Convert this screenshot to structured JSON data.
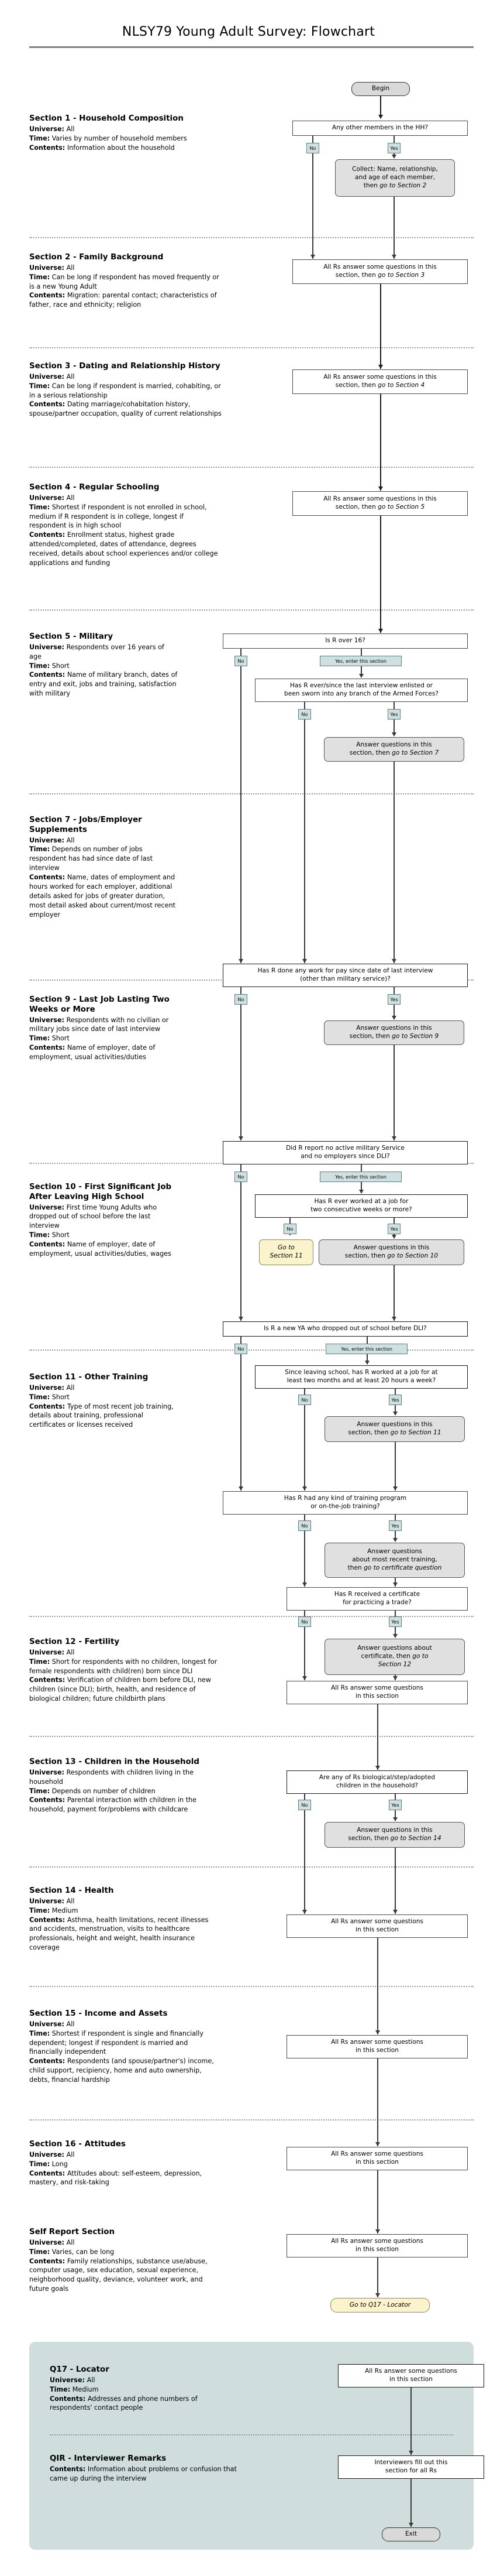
{
  "page": {
    "title": "NLSY79 Young Adult Survey: Flowchart"
  },
  "terminators": {
    "begin": "Begin",
    "exit": "Exit"
  },
  "branch_labels": {
    "no": "No",
    "yes": "Yes",
    "yes_enter": "Yes, enter this section"
  },
  "sections": [
    {
      "id": "section-1",
      "title": "Section 1 - Household Composition",
      "universe_label": "Universe:",
      "universe": "All",
      "time_label": "Time:",
      "time": "Varies by number of household members",
      "contents_label": "Contents:",
      "contents": "Information about the household"
    },
    {
      "id": "section-2",
      "title": "Section 2 - Family Background",
      "universe_label": "Universe:",
      "universe": "All",
      "time_label": "Time:",
      "time": "Can be long if respondent has moved frequently or is a new Young Adult",
      "contents_label": "Contents:",
      "contents": "Migration: parental contact; characteristics of father, race and ethnicity; religion"
    },
    {
      "id": "section-3",
      "title": "Section 3 - Dating and Relationship History",
      "universe_label": "Universe:",
      "universe": "All",
      "time_label": "Time:",
      "time": "Can be long if respondent is married, cohabiting, or in a serious relationship",
      "contents_label": "Contents:",
      "contents": "Dating marriage/cohabitation history, spouse/partner occupation, quality of current relationships"
    },
    {
      "id": "section-4",
      "title": "Section 4 - Regular Schooling",
      "universe_label": "Universe:",
      "universe": "All",
      "time_label": "Time:",
      "time": "Shortest if respondent is not enrolled in school, medium if R respondent is in college, longest if respondent is in high school",
      "contents_label": "Contents:",
      "contents": "Enrollment status, highest grade attended/completed, dates of attendance, degrees received, details about school experiences and/or college applications and funding"
    },
    {
      "id": "section-5",
      "title": "Section 5 - Military",
      "universe_label": "Universe:",
      "universe": "Respondents over 16 years of age",
      "time_label": "Time:",
      "time": "Short",
      "contents_label": "Contents:",
      "contents": "Name of military branch, dates of entry and exit, jobs and training, satisfaction with military"
    },
    {
      "id": "section-7",
      "title": "Section 7 - Jobs/Employer Supplements",
      "universe_label": "Universe:",
      "universe": "All",
      "time_label": "Time:",
      "time": "Depends on number of jobs respondent has had since date of last interview",
      "contents_label": "Contents:",
      "contents": "Name, dates of employment and hours worked for each employer, additional details asked for jobs of greater duration, most detail asked about current/most recent employer"
    },
    {
      "id": "section-9",
      "title": "Section 9 - Last Job Lasting Two Weeks or More",
      "universe_label": "Universe:",
      "universe": "Respondents with no civilian or military jobs since date of last interview",
      "time_label": "Time:",
      "time": "Short",
      "contents_label": "Contents:",
      "contents": "Name of employer, date of employment, usual activities/duties"
    },
    {
      "id": "section-10",
      "title": "Section 10 - First Significant Job After Leaving High School",
      "universe_label": "Universe:",
      "universe": "First time Young Adults who dropped out of school before the last interview",
      "time_label": "Time:",
      "time": "Short",
      "contents_label": "Contents:",
      "contents": "Name of employer, date of employment, usual activities/duties, wages"
    },
    {
      "id": "section-11",
      "title": "Section 11 - Other Training",
      "universe_label": "Universe:",
      "universe": "All",
      "time_label": "Time:",
      "time": "Short",
      "contents_label": "Contents:",
      "contents": "Type of most recent job training, details about training, professional certificates or licenses received"
    },
    {
      "id": "section-12",
      "title": "Section 12 - Fertility",
      "universe_label": "Universe:",
      "universe": "All",
      "time_label": "Time:",
      "time": "Short for respondents with no children, longest for female respondents with child(ren) born since DLI",
      "contents_label": "Contents:",
      "contents": "Verification of children born before DLI, new children (since DLI); birth, health, and residence of biological children; future childbirth plans"
    },
    {
      "id": "section-13",
      "title": "Section 13 - Children in the Household",
      "universe_label": "Universe:",
      "universe": "Respondents with children living in the household",
      "time_label": "Time:",
      "time": "Depends on number of children",
      "contents_label": "Contents:",
      "contents": "Parental interaction with children in the household, payment for/problems with childcare"
    },
    {
      "id": "section-14",
      "title": "Section 14 - Health",
      "universe_label": "Universe:",
      "universe": "All",
      "time_label": "Time:",
      "time": "Medium",
      "contents_label": "Contents:",
      "contents": "Asthma, health limitations, recent illnesses and accidents, menstruation, visits to healthcare professionals, height and weight, health insurance coverage"
    },
    {
      "id": "section-15",
      "title": "Section 15 - Income and Assets",
      "universe_label": "Universe:",
      "universe": "All",
      "time_label": "Time:",
      "time": "Shortest if respondent is single and financially dependent; longest if respondent is married and financially independent",
      "contents_label": "Contents:",
      "contents": "Respondents (and spouse/partner's) income, child support, recipiency, home and auto ownership, debts, financial hardship"
    },
    {
      "id": "section-16",
      "title": "Section 16 - Attitudes",
      "universe_label": "Universe:",
      "universe": "All",
      "time_label": "Time:",
      "time": "Long",
      "contents_label": "Contents:",
      "contents": "Attitudes about: self-esteem, depression, mastery, and risk-taking"
    },
    {
      "id": "self-report",
      "title": "Self Report Section",
      "universe_label": "Universe:",
      "universe": "All",
      "time_label": "Time:",
      "time": "Varies, can be long",
      "contents_label": "Contents:",
      "contents": "Family relationships, substance use/abuse, computer usage, sex education, sexual experience, neighborhood quality, deviance, volunteer work, and future goals"
    },
    {
      "id": "q17-locator",
      "title": "Q17 - Locator",
      "universe_label": "Universe:",
      "universe": "All",
      "time_label": "Time:",
      "time": "Medium",
      "contents_label": "Contents:",
      "contents": "Addresses and phone numbers of respondents' contact people"
    },
    {
      "id": "qir-interviewer-remarks",
      "title": "QIR - Interviewer Remarks",
      "contents_label": "Contents:",
      "contents": "Information about problems or confusion that came up during the interview"
    }
  ],
  "flow": {
    "n_begin": "Begin",
    "n_hh_question": "Any other members in the HH?",
    "n_collect_line1": "Collect: Name, relationship,",
    "n_collect_line2": "and age of each member,",
    "n_collect_line3a": "then ",
    "n_collect_line3b": "go to Section 2",
    "n_sec2_a": "All Rs answer some questions in this",
    "n_sec2_b": "section, then ",
    "n_sec2_c": "go to Section 3",
    "n_sec3_a": "All Rs answer some questions in this",
    "n_sec3_b": "section, then ",
    "n_sec3_c": "go to Section 4",
    "n_sec4_a": "All Rs answer some questions in this",
    "n_sec4_b": "section, then ",
    "n_sec4_c": "go to Section 5",
    "n_over16": "Is R over 16?",
    "n_enlisted_a": "Has R ever/since the last interview enlisted or",
    "n_enlisted_b": "been sworn into any branch of the Armed Forces?",
    "n_ans_sec7_a": "Answer questions in this",
    "n_ans_sec7_b": "section, then ",
    "n_ans_sec7_c": "go to Section 7",
    "n_workpay_a": "Has R done any work for pay since date of last interview",
    "n_workpay_b": "(other than military service)?",
    "n_ans_sec9_a": "Answer questions in this",
    "n_ans_sec9_b": "section, then ",
    "n_ans_sec9_c": "go to Section 9",
    "n_noactive_a": "Did R report no active military Service",
    "n_noactive_b": "and no employers since DLI?",
    "n_twoweeks_a": "Has R ever worked at a job for",
    "n_twoweeks_b": "two consecutive weeks or more?",
    "n_goto11_a": "Go to",
    "n_goto11_b": "Section 11",
    "n_ans_sec10_a": "Answer questions in this",
    "n_ans_sec10_b": "section, then ",
    "n_ans_sec10_c": "go to Section 10",
    "n_newya": "Is R a new YA who dropped out of school before DLI?",
    "n_sinceleaving_a": "Since leaving school, has R worked at a job for at",
    "n_sinceleaving_b": "least two months and at least 20 hours a week?",
    "n_ans_sec11_a": "Answer questions in this",
    "n_ans_sec11_b": "section, then ",
    "n_ans_sec11_c": "go to Section 11",
    "n_training_a": "Has R had any kind of training program",
    "n_training_b": "or on-the-job training?",
    "n_recent_training_a": "Answer questions",
    "n_recent_training_b": "about most recent training,",
    "n_recent_training_c": "then ",
    "n_recent_training_d": "go to certificate question",
    "n_certificate_a": "Has R received a certificate",
    "n_certificate_b": "for practicing a trade?",
    "n_ans_cert_a": "Answer questions about",
    "n_ans_cert_b": "certificate, then ",
    "n_ans_cert_c": "go to",
    "n_ans_cert_d": "Section 12",
    "n_allrs_a": "All Rs answer some questions",
    "n_allrs_b": "in this section",
    "n_bioadopted_a": "Are any of Rs biological/step/adopted",
    "n_bioadopted_b": "children in the household?",
    "n_ans_sec14_a": "Answer questions in this",
    "n_ans_sec14_b": "section, then ",
    "n_ans_sec14_c": "go to Section 14",
    "n_goto_q17": "Go to Q17 - Locator",
    "n_interviewers_a": "Interviewers fill out this",
    "n_interviewers_b": "section for all Rs",
    "n_exit": "Exit"
  },
  "colors": {
    "branch_label_bg": "#cfe0e0",
    "process_box_bg": "#e0e0e0",
    "goto_box_bg": "#faf3cc",
    "terminator_bg": "#d9d9d9",
    "bottom_panel_bg": "#cfdedd",
    "rule": "#808080"
  }
}
